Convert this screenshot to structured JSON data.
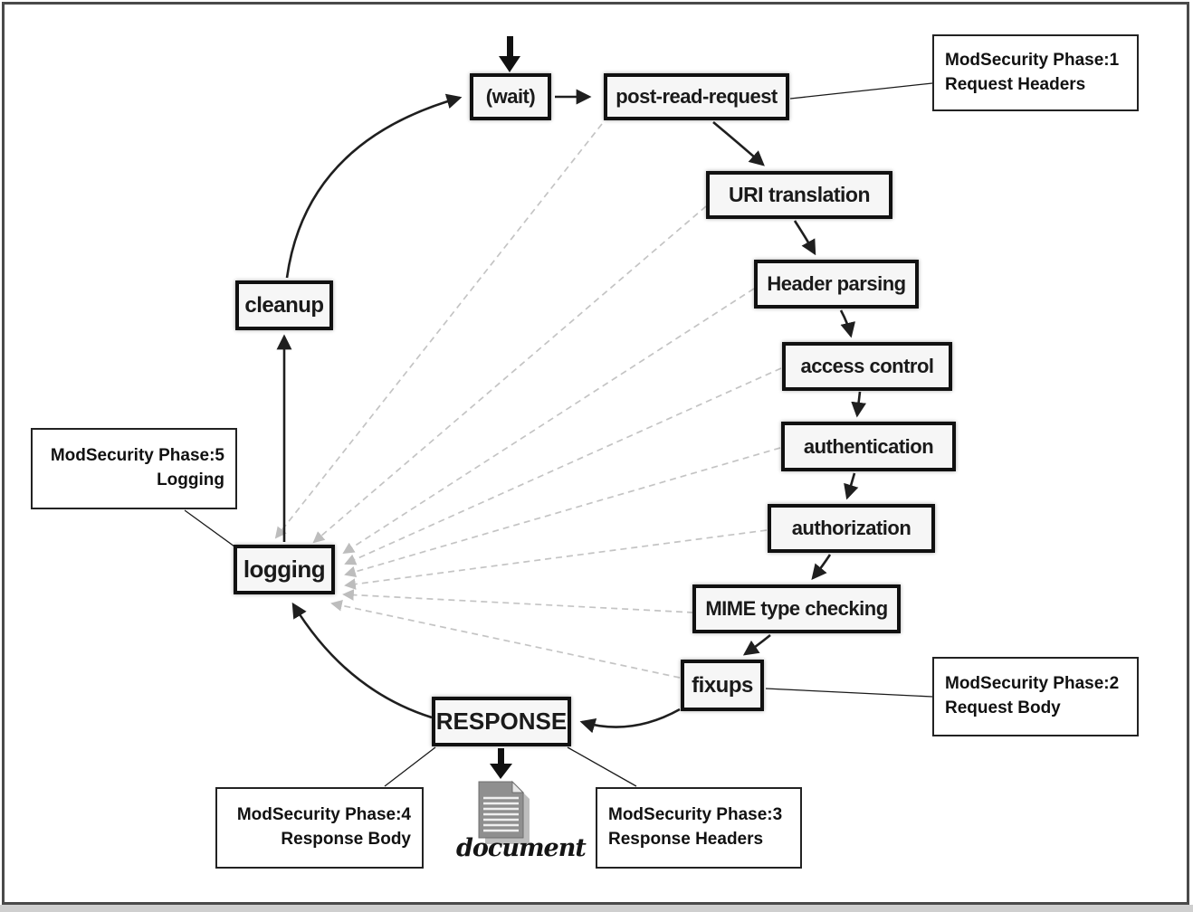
{
  "nodes": {
    "wait": {
      "label": "(wait)"
    },
    "post_read_request": {
      "label": "post-read-request"
    },
    "uri_translation": {
      "label": "URI translation"
    },
    "header_parsing": {
      "label": "Header parsing"
    },
    "access_control": {
      "label": "access control"
    },
    "authentication": {
      "label": "authentication"
    },
    "authorization": {
      "label": "authorization"
    },
    "mime_type_checking": {
      "label": "MIME type checking"
    },
    "fixups": {
      "label": "fixups"
    },
    "response": {
      "label": "RESPONSE"
    },
    "logging": {
      "label": "logging"
    },
    "cleanup": {
      "label": "cleanup"
    }
  },
  "callouts": {
    "phase1": {
      "line1": "ModSecurity Phase:1",
      "line2": "Request Headers"
    },
    "phase2": {
      "line1": "ModSecurity Phase:2",
      "line2": "Request Body"
    },
    "phase3": {
      "line1": "ModSecurity Phase:3",
      "line2": "Response Headers"
    },
    "phase4": {
      "line1": "ModSecurity Phase:4",
      "line2": "Response Body"
    },
    "phase5": {
      "line1": "ModSecurity Phase:5",
      "line2": "Logging"
    }
  },
  "document_label": "document",
  "colors": {
    "node_fill": "#f6f6f6",
    "node_border": "#111111",
    "solid_arrow": "#1f1f1f",
    "dashed_arrow": "#c4c4c4",
    "frame_border": "#4a4a4a"
  }
}
